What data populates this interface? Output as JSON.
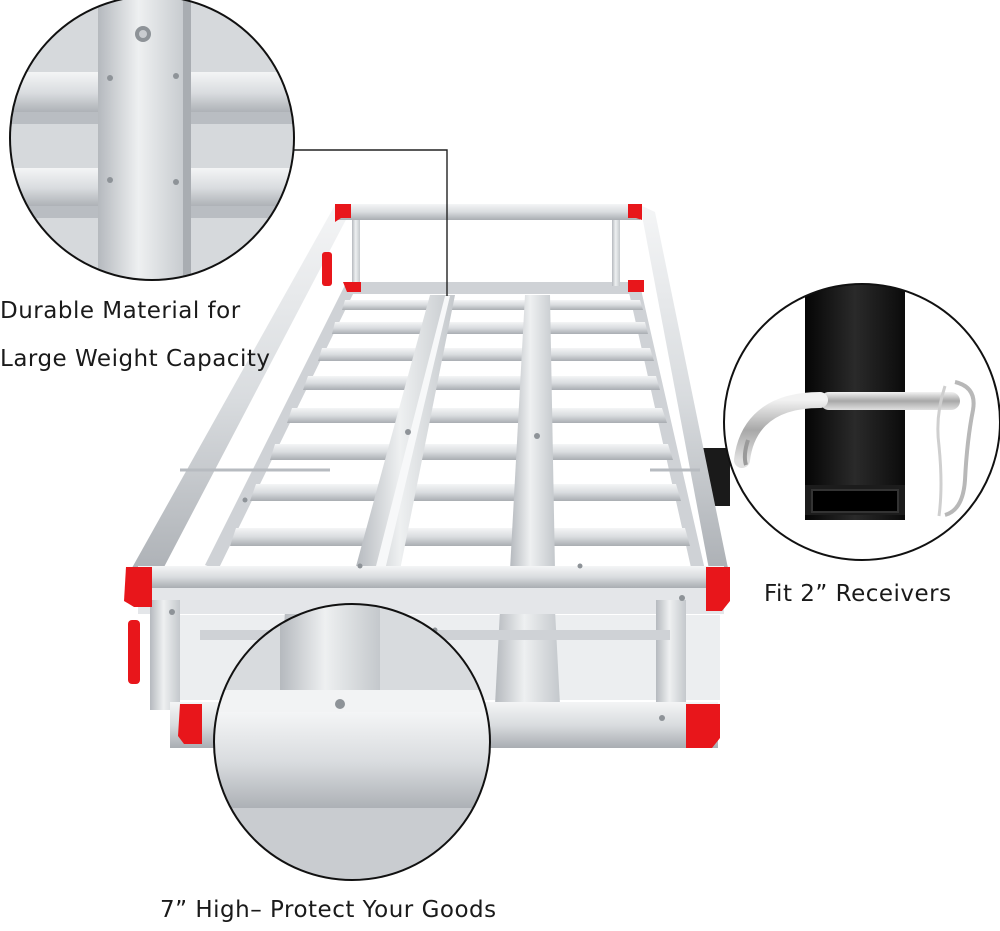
{
  "captions": {
    "material_line1": "Durable Material for",
    "material_line2": "Large Weight Capacity",
    "receivers": "Fit 2” Receivers",
    "height": "7” High– Protect Your Goods"
  },
  "colors": {
    "aluminum": "#d9dcdf",
    "aluminum_shadow": "#a9adb2",
    "aluminum_highlight": "#f4f5f6",
    "corner_caps": "#e8161b",
    "receiver_tube": "#111111",
    "callout_line": "#222222",
    "background": "#ffffff"
  }
}
